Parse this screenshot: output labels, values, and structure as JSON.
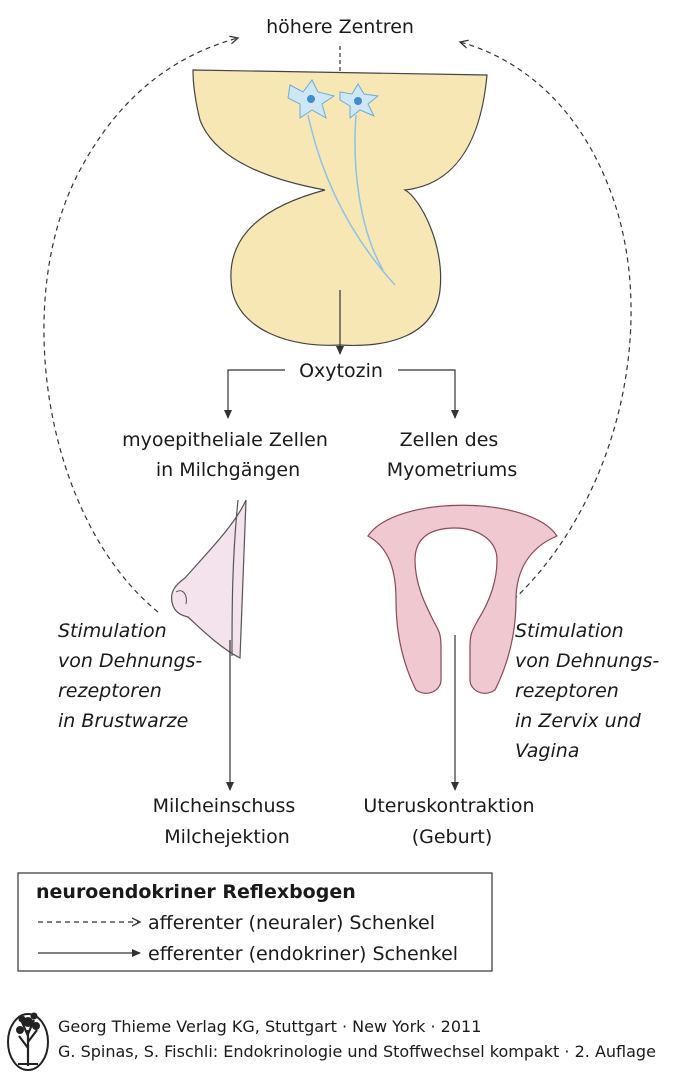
{
  "top_label": "höhere Zentren",
  "hormone": "Oxytozin",
  "left_target": {
    "line1": "myoepitheliale Zellen",
    "line2": "in Milchgängen"
  },
  "right_target": {
    "line1": "Zellen des",
    "line2": "Myometriums"
  },
  "left_stimulus": [
    "Stimulation",
    "von Dehnungs-",
    "rezeptoren",
    "in Brustwarze"
  ],
  "right_stimulus": [
    "Stimulation",
    "von Dehnungs-",
    "rezeptoren",
    "in Zervix und",
    "Vagina"
  ],
  "left_effect": {
    "line1": "Milcheinschuss",
    "line2": "Milchejektion"
  },
  "right_effect": {
    "line1": "Uteruskontraktion",
    "line2": "(Geburt)"
  },
  "legend": {
    "title": "neuroendokriner Reflexbogen",
    "afferent": "afferenter (neuraler) Schenkel",
    "efferent": "efferenter (endokriner) Schenkel"
  },
  "footer": {
    "line1": "Georg Thieme Verlag KG, Stuttgart · New York · 2011",
    "line2": "G. Spinas, S. Fischli: Endokrinologie und Stoffwechsel kompakt · 2. Auflage"
  },
  "colors": {
    "hypothalamus_fill": "#f7e7b4",
    "neuron_fill": "#cfe6f4",
    "neuron_nucleus": "#3a8fd0",
    "uterus_fill": "#efc8d0",
    "breast_fill": "#f4e2ec",
    "line": "#333333"
  }
}
